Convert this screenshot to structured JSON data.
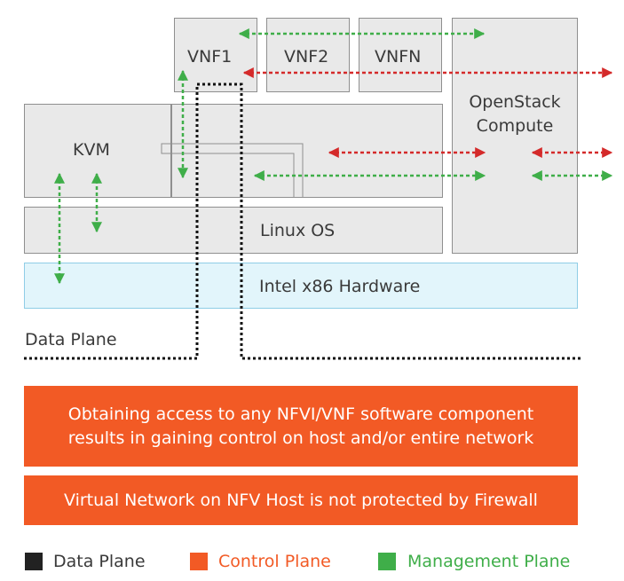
{
  "nodes": {
    "vnf1": "VNF1",
    "vnf2": "VNF2",
    "vnfn": "VNFN",
    "openstack_line1": "OpenStack",
    "openstack_line2": "Compute",
    "kvm": "KVM",
    "linux": "Linux OS",
    "hardware": "Intel x86 Hardware",
    "data_plane": "Data Plane"
  },
  "banners": {
    "top_line1": "Obtaining access to any NFVI/VNF software component",
    "top_line2": "results in gaining control on host and/or entire network",
    "bottom": "Virtual Network on NFV Host is not protected by Firewall"
  },
  "legend": [
    {
      "label": "Data Plane",
      "color": "#222222"
    },
    {
      "label": "Control Plane",
      "color": "#f25a25"
    },
    {
      "label": "Management Plane",
      "color": "#3fae49"
    }
  ],
  "colors": {
    "data_plane": "#111111",
    "control_plane": "#d42a2a",
    "management_plane": "#3fae49",
    "banner": "#f25a25"
  }
}
